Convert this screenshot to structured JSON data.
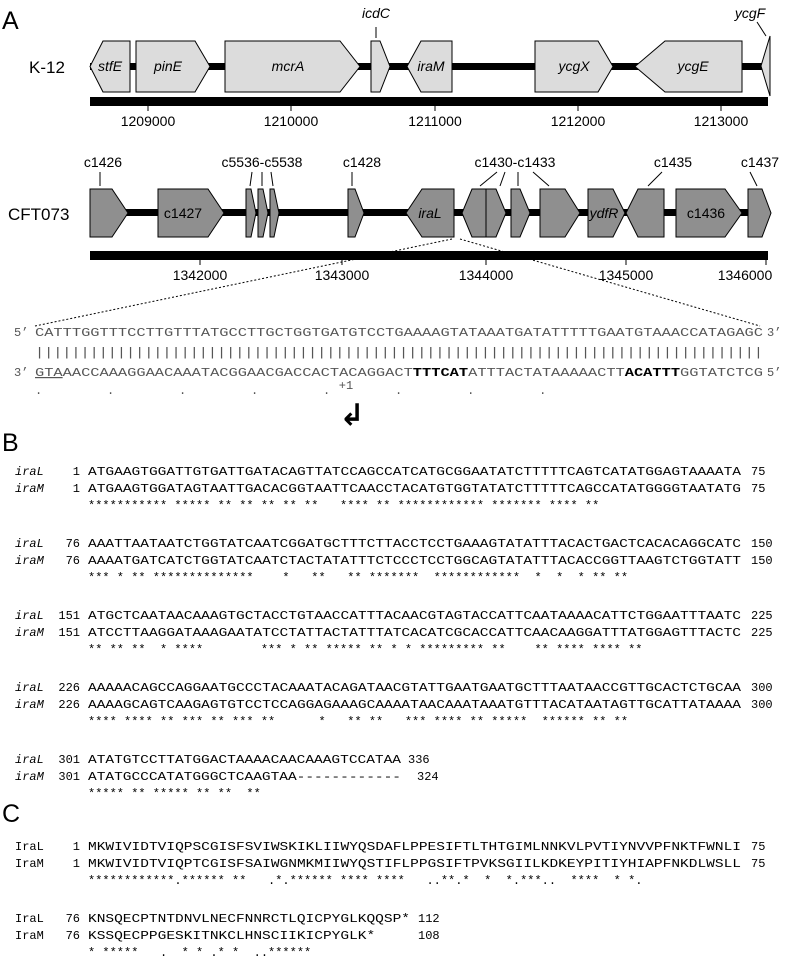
{
  "panel_a": {
    "letter": "A",
    "k12": {
      "strain": "K-12",
      "genes": [
        {
          "name": "stfE",
          "italic": true
        },
        {
          "name": "pinE",
          "italic": true
        },
        {
          "name": "mcrA",
          "italic": true
        },
        {
          "name": "",
          "italic": true
        },
        {
          "name": "iraM",
          "italic": true
        },
        {
          "name": "ycgX",
          "italic": true
        },
        {
          "name": "ycgE",
          "italic": true
        },
        {
          "name": "",
          "italic": true
        }
      ],
      "callouts": [
        "icdC",
        "ycgF"
      ],
      "axis_ticks": [
        "1209000",
        "1210000",
        "1211000",
        "1212000",
        "1213000"
      ]
    },
    "cft073": {
      "strain": "CFT073",
      "genes": [
        {
          "name": "",
          "italic": false
        },
        {
          "name": "c1427",
          "italic": false
        },
        {
          "name": "",
          "italic": false
        },
        {
          "name": "",
          "italic": false
        },
        {
          "name": "",
          "italic": false
        },
        {
          "name": "",
          "italic": false
        },
        {
          "name": "iraL",
          "italic": true
        },
        {
          "name": "",
          "italic": false
        },
        {
          "name": "",
          "italic": false
        },
        {
          "name": "",
          "italic": false
        },
        {
          "name": "ydfR",
          "italic": true
        },
        {
          "name": "",
          "italic": false
        },
        {
          "name": "c1436",
          "italic": false
        },
        {
          "name": "",
          "italic": false
        }
      ],
      "callouts": [
        "c1426",
        "c5536-c5538",
        "c1428",
        "c1430-c1433",
        "c1435",
        "c1437"
      ],
      "axis_ticks": [
        "1342000",
        "1343000",
        "1344000",
        "1345000",
        "1346000"
      ]
    },
    "promoter": {
      "top_prefix": "5’",
      "top_seq": "CATTTGGTTTCCTTGTTTATGCCTTGCTGGTGATGTCCTGAAAAGTATAAATGATATTTTTGAATGTAAACCATAGAGC",
      "top_suffix": "3’",
      "pairs": "||||||||||||||||||||||||||||||||||||||||||||||||||||||||||||||||||||||||||||||||",
      "bottom_prefix": "3’",
      "bottom_seq_parts": [
        "GTA",
        "AACCAAAGGAACAAATACGGAACGACCACTACAGGACT",
        "TTTCAT",
        "ATTTACTATAAAAACTT",
        "ACATTT",
        "GGTATCTCG"
      ],
      "bottom_suffix": "5’",
      "dots": ".         .         .         .         .         .         .         .",
      "plus_one": "+1",
      "tss_arrow": "↲"
    }
  },
  "panel_b": {
    "letter": "B",
    "blocks": [
      {
        "l_start": "1",
        "l_seq": "ATGAAGTGGATTGTGATTGATACAGTTATCCAGCCATCATGCGGAATATCTTTTTCAGTCATATGGAGTAAAATA",
        "l_end": "75",
        "m_start": "1",
        "m_seq": "ATGAAGTGGATAGTAATTGACACGGTAATTCAACCTACATGTGGTATATCTTTTTCAGCCATATGGGGTAATATG",
        "m_end": "75",
        "cons": "*********** ***** ** ** ** ** **   **** ** ************ ******* **** **"
      },
      {
        "l_start": "76",
        "l_seq": "AAATTAATAATCTGGTATCAATCGGATGCTTTCTTACCTCCTGAAAGTATATTTACACTGACTCACACAGGCATC",
        "l_end": "150",
        "m_start": "76",
        "m_seq": "AAAATGATCATCTGGTATCAATCTACTATATTTCTCCCTCCTGGCAGTATATTTACACCGGTTAAGTCTGGTATT",
        "m_end": "150",
        "cons": "*** * ** **************    *   **   ** *******  ************  *  *  * ** **"
      },
      {
        "l_start": "151",
        "l_seq": "ATGCTCAATAACAAAGTGCTACCTGTAACCATTTACAACGTAGTACCATTCAATAAAACATTCTGGAATTTAATC",
        "l_end": "225",
        "m_start": "151",
        "m_seq": "ATCCTTAAGGATAAAGAATATCCTATTACTATTTATCACATCGCACCATTCAACAAGGATTTATGGAGTTTACTC",
        "m_end": "225",
        "cons": "** ** **  * ****        *** * ** ***** ** * * ********* **    ** **** **** **"
      },
      {
        "l_start": "226",
        "l_seq": "AAAAACAGCCAGGAATGCCCTACAAATACAGATAACGTATTGAATGAATGCTTTAATAACCGTTGCACTCTGCAA",
        "l_end": "300",
        "m_start": "226",
        "m_seq": "AAAAGCAGTCAAGAGTGTCCTCCAGGAGAAAGCAAAATAACAAATAAATGTTTACATAATAGTTGCATTATAAAA",
        "m_end": "300",
        "cons": "**** **** ** *** ** *** **      *   ** **   *** **** ** *****  ****** ** **"
      },
      {
        "l_start": "301",
        "l_seq": "ATATGTCCTTATGGACTAAAACAACAAAGTCCATAA",
        "l_end": "336",
        "m_start": "301",
        "m_seq": "ATATGCCCATATGGGCTCAAGTAA------------",
        "m_end": "324",
        "cons": "***** ** ***** ** **  **"
      }
    ],
    "names": [
      "iraL",
      "iraM"
    ]
  },
  "panel_c": {
    "letter": "C",
    "names": [
      "IraL",
      "IraM"
    ],
    "blocks": [
      {
        "l_start": "1",
        "l_seq": "MKWIVIDTVIQPSCGISFSVIWSKIKLIIWYQSDAFLPPESIFTLTHTGIMLNNKVLPVTIYNVVPFNKTFWNLI",
        "l_end": "75",
        "m_start": "1",
        "m_seq": "MKWIVIDTVIQPTCGISFSAIWGNMKMIIWYQSTIFLPPGSIFTPVKSGIILKDKEYPITIYHIAPFNKDLWSLL",
        "m_end": "75",
        "cons": "************.****** **   .*.****** **** ****   ..**.*  *  *.***..  ****  * *."
      },
      {
        "l_start": "76",
        "l_seq": "KNSQECPTNTDNVLNECFNNRCTLQICPYGLKQQSP*",
        "l_end": "112",
        "m_start": "76",
        "m_seq": "KSSQECPPGESKITNKCLHNSCIIKICPYGLK*    ",
        "m_end": "108",
        "cons": "* *****   .  * * .* *  ..******"
      }
    ]
  }
}
